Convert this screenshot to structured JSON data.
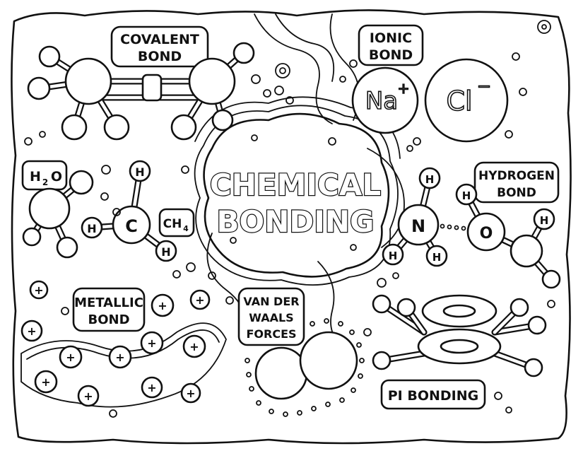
{
  "title": {
    "line1": "CHEMICAL",
    "line2": "BONDING"
  },
  "sections": {
    "covalent": {
      "line1": "COVALENT",
      "line2": "BOND"
    },
    "ionic": {
      "line1": "IONIC",
      "line2": "BOND",
      "cation": "Na",
      "cation_charge": "+",
      "anion": "Cl",
      "anion_charge": "−"
    },
    "methane": {
      "formula": "CH",
      "formula_sub": "4",
      "center": "C",
      "h": "H"
    },
    "water": {
      "formula": "H",
      "formula_sub": "2",
      "formula_end": "O"
    },
    "hydrogen": {
      "line1": "HYDROGEN",
      "line2": "BOND",
      "n": "N",
      "o": "O",
      "h": "H"
    },
    "metallic": {
      "line1": "METALLIC",
      "line2": "BOND",
      "ion_symbol": "+"
    },
    "van_der_waals": {
      "line1": "VAN DER",
      "line2": "WAALS",
      "line3": "FORCES"
    },
    "pi": {
      "label": "PI BONDING"
    }
  }
}
